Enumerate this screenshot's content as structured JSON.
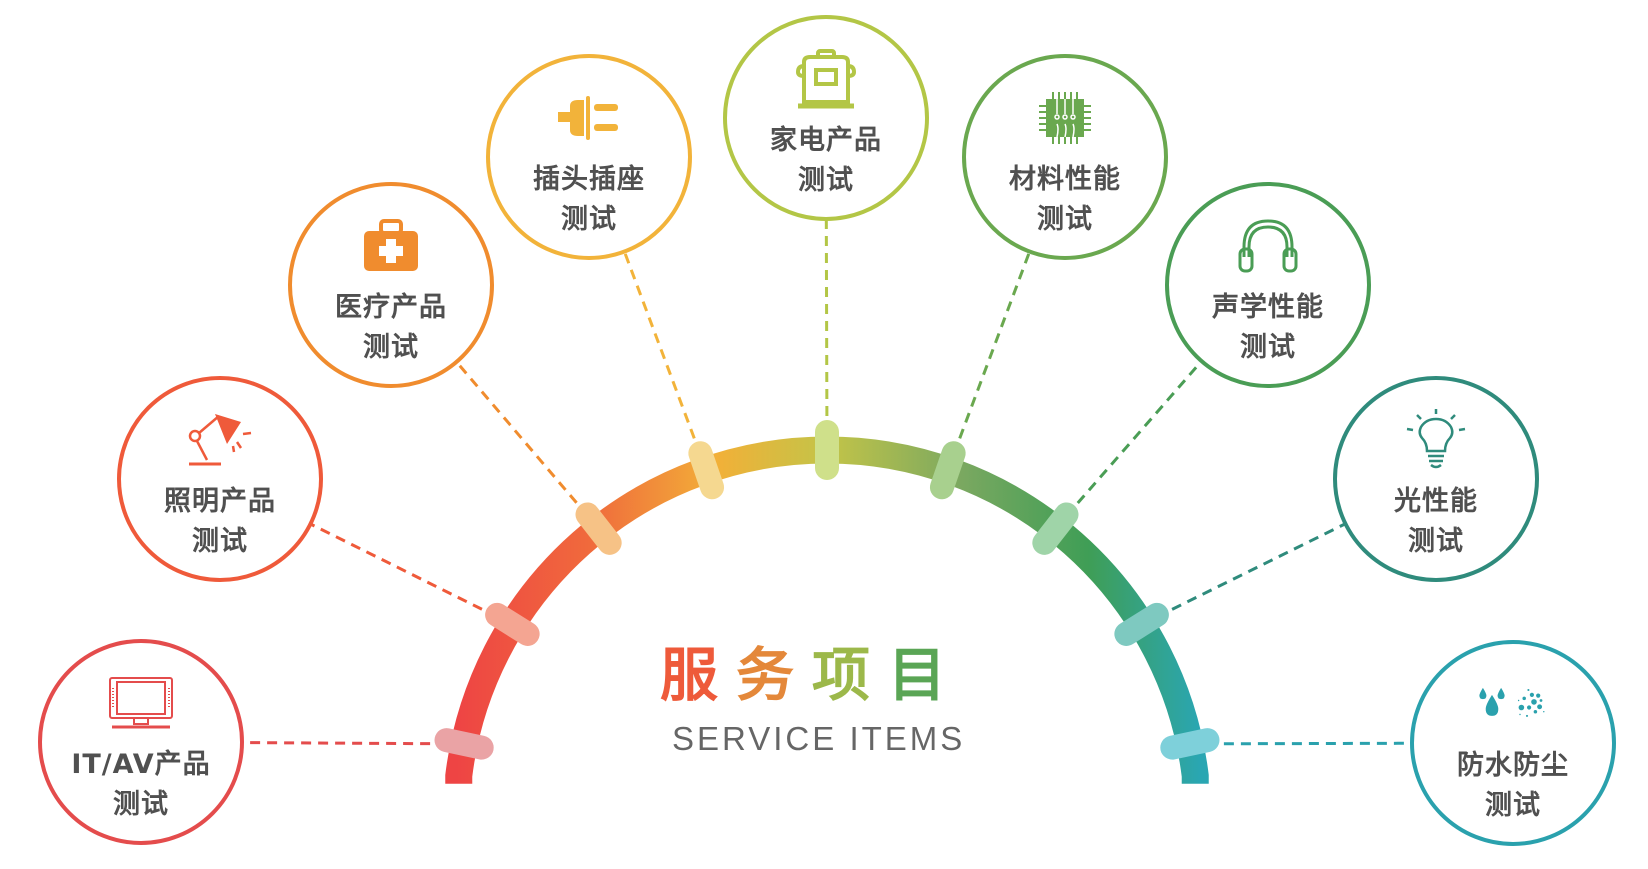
{
  "title": {
    "cn_chars": [
      "服",
      "务",
      "项",
      "目"
    ],
    "cn_colors": [
      "#ee5a3a",
      "#e4883a",
      "#9cb84a",
      "#5aa555"
    ],
    "en": "SERVICE ITEMS"
  },
  "services": [
    {
      "line1": "IT/AV产品",
      "line2": "测试",
      "icon": "tv-icon",
      "color": "#e44c4c",
      "pill": "#eaa3a5"
    },
    {
      "line1": "照明产品",
      "line2": "测试",
      "icon": "desk-lamp-icon",
      "color": "#ef5a3a",
      "pill": "#f4a592"
    },
    {
      "line1": "医疗产品",
      "line2": "测试",
      "icon": "medical-kit-icon",
      "color": "#f08c2e",
      "pill": "#f6c286"
    },
    {
      "line1": "插头插座",
      "line2": "测试",
      "icon": "plug-icon",
      "color": "#f2b33a",
      "pill": "#f5d890"
    },
    {
      "line1": "家电产品",
      "line2": "测试",
      "icon": "rice-cooker-icon",
      "color": "#b3c646",
      "pill": "#cfe08a"
    },
    {
      "line1": "材料性能",
      "line2": "测试",
      "icon": "chip-icon",
      "color": "#6aa84f",
      "pill": "#a8d08e"
    },
    {
      "line1": "声学性能",
      "line2": "测试",
      "icon": "headphones-icon",
      "color": "#4a9d55",
      "pill": "#9fd4a8"
    },
    {
      "line1": "光性能",
      "line2": "测试",
      "icon": "light-bulb-icon",
      "color": "#2f8b7c",
      "pill": "#7ec9c0"
    },
    {
      "line1": "防水防尘",
      "line2": "测试",
      "icon": "water-dust-icon",
      "color": "#2aa1ad",
      "pill": "#7ed0da"
    }
  ]
}
